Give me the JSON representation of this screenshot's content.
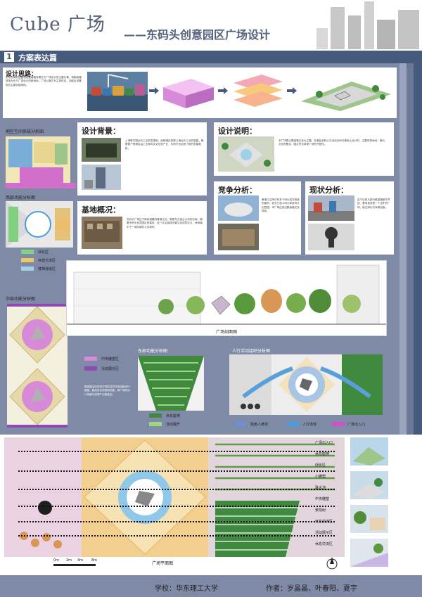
{
  "header": {
    "title": "Cube 广场",
    "subtitle": "——东码头创意园区广场设计"
  },
  "section": {
    "number": "1",
    "label": "方案表达篇"
  },
  "concept": {
    "heading": "设计思路：",
    "text": "码头仓库的遗留物经集装箱有着东方广场设计的主要元素，将集装箱堆放为东方广场设计的新地标。广场以魔方为主体形态，功能区设置配合主要功能用地。"
  },
  "left_diagrams": {
    "spatial_system": "地区空间系统分析图",
    "west_function": "西部功能分析图",
    "west_legend": [
      "绿化区",
      "休憩交流区",
      "楼梯通道区"
    ],
    "middle_function": "中部功能分析图",
    "middle_legend": [
      "中央雕塑区",
      "活动展示区"
    ],
    "middle_note": "集装箱活动体将不同区位的可用功能进行链接，组成多元的使用功能，将广场的设计风格与创意产业相结合。",
    "east_function": "东部功能分析图",
    "east_legend": [
      "休息座椅",
      "活动展开"
    ]
  },
  "panels": {
    "background_title": "设计背景：",
    "background_text": "上海是中国近代工业的发源地，而杨浦区则是上海近代工业的摇篮。随着整个杨浦区由工业转向文化创意产业，东码头也迎来了新的发展契机。",
    "site_title": "基地概况：",
    "site_text": "东码头广场位于杨树浦路的黄浦江边，原是东方渔业公司的仓库。随着东码头创意园区的建设，这一片区域成为集文化创意办公、休闲娱乐于一体的新的公共场所。",
    "design_title": "设计说明：",
    "design_text": "本广场是以集装箱文化为主题，在满足多种公共活动空间与基础上设计的，主要体现休闲、娱乐、文化的融合，围合形式体现广场的开放性。",
    "competition_title": "竞争分析：",
    "competition_text": "黄浦江沿岸已有多个码头成功改造的案例，如东方渔人码头和老码头创意园。本广场应突出集装箱文化特色。",
    "status_title": "现状分析：",
    "status_text": "由于目前大部分集装箱都不开放，基地现状是一个空旷的广场，缺乏绿化与休憩设施。"
  },
  "section_drawing": {
    "caption": "广场剖面图"
  },
  "pedestrian": {
    "title": "人行活动组织分析图",
    "legend": [
      "残疾人坡道",
      "人行流线",
      "广场出入口"
    ]
  },
  "plan": {
    "caption": "广场平面图",
    "scale_labels": [
      "0m",
      "2m",
      "4m",
      "8m"
    ],
    "side_labels": [
      "广场出入口",
      "休息座椅",
      "绿化区",
      "小雕塑",
      "跌水池",
      "中央雕塑",
      "景观树",
      "休息交流区",
      "活动展示区",
      "休息交流区"
    ]
  },
  "footer": {
    "school": "学校：华东理工大学",
    "authors": "作者：岁晶晶、叶春阳、夏宇"
  },
  "colors": {
    "band": "#465a7d",
    "panel_bg": "#7f8ba6",
    "accent_pink": "#d68ad8",
    "accent_purple": "#8e49b3",
    "green": "#3f8a3f",
    "orange": "#e5c27a",
    "blue": "#9fd0e8"
  }
}
